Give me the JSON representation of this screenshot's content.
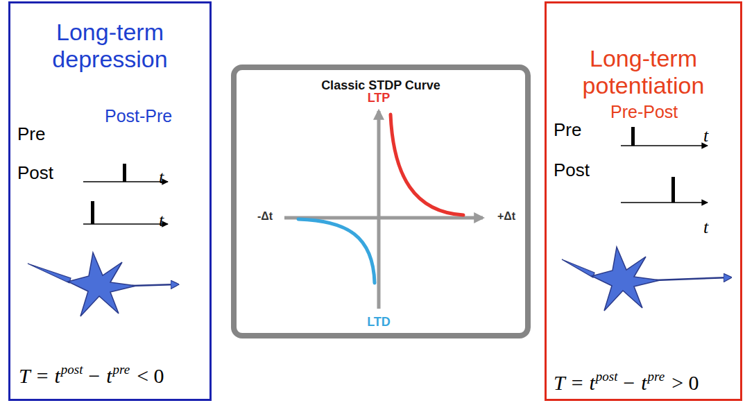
{
  "diagram": {
    "nodes": [
      {
        "text": [
          "Long-term depression",
          "Post-Pre",
          "Pre",
          "Post",
          "t",
          "t",
          "T = t",
          "post",
          "− t",
          "pre",
          "< 0"
        ]
      },
      {
        "text": [
          "Classic STDP Curve",
          "LTP",
          "-Δt",
          "+Δt",
          "LTD"
        ]
      },
      {
        "text": [
          "Long-term potentiation",
          "Pre-Post",
          "Pre",
          "Post",
          "t",
          "t",
          "T = t",
          "post",
          "− t",
          "pre",
          "> 0"
        ]
      }
    ]
  }
}
